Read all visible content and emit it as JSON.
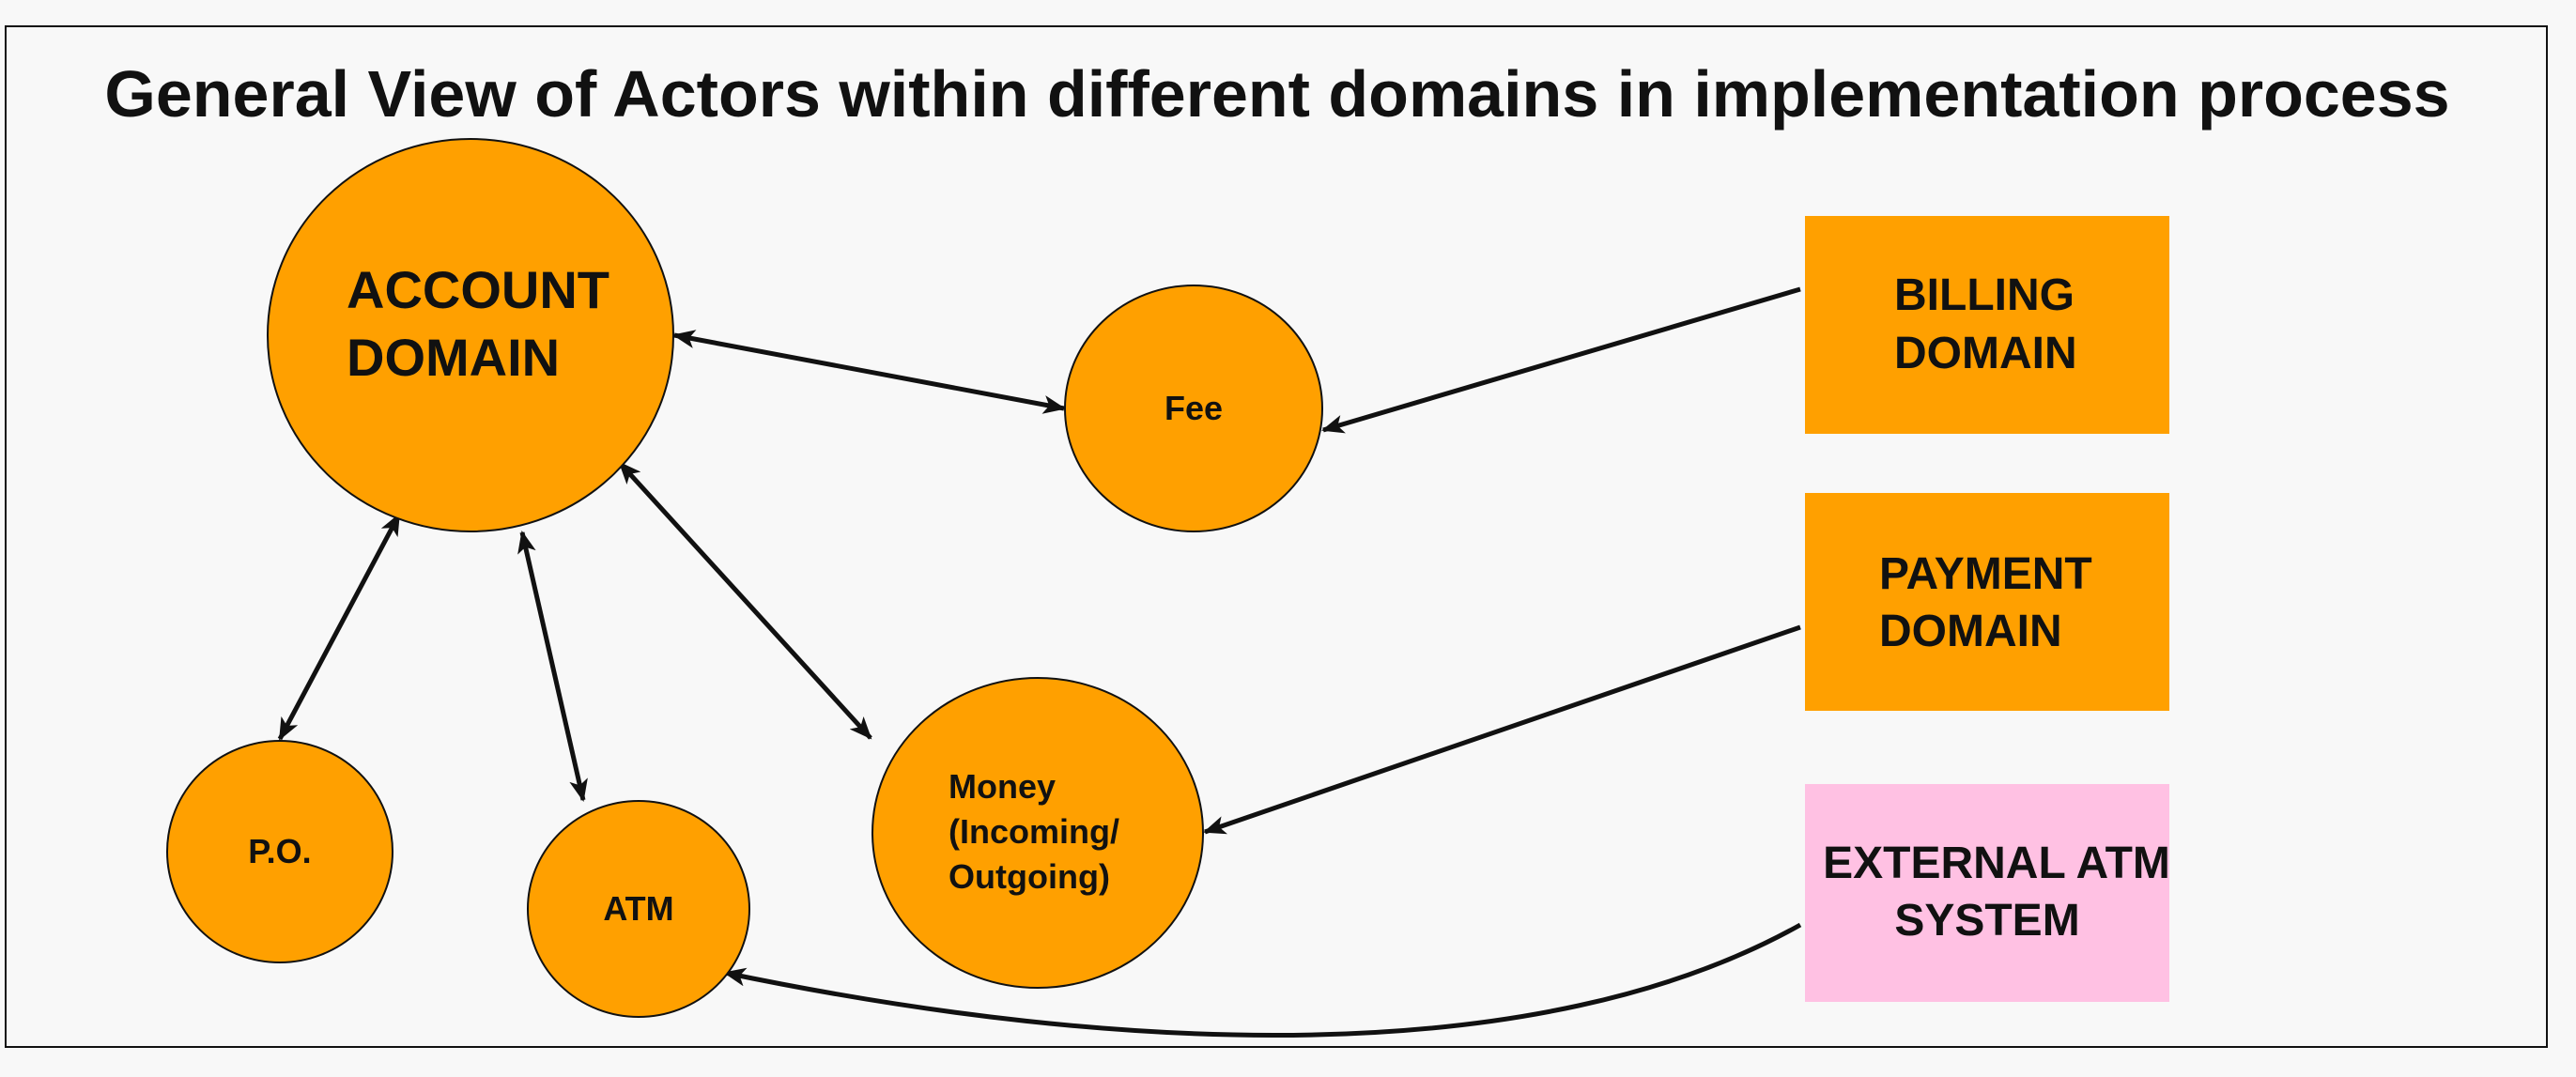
{
  "title": "General View of Actors within different domains in implementation process",
  "colors": {
    "node_fill": "#FFA000",
    "external_fill": "#FFC1E3",
    "stroke": "#111111",
    "background": "#f8f8f8"
  },
  "nodes": {
    "account_domain": {
      "line1": "ACCOUNT",
      "line2": "DOMAIN"
    },
    "fee": {
      "label": "Fee"
    },
    "po": {
      "label": "P.O."
    },
    "atm": {
      "label": "ATM"
    },
    "money": {
      "line1": "Money",
      "line2": "(Incoming/",
      "line3": "Outgoing)"
    },
    "billing_domain": {
      "line1": "BILLING",
      "line2": "DOMAIN"
    },
    "payment_domain": {
      "line1": "PAYMENT",
      "line2": "DOMAIN"
    },
    "external_atm_system": {
      "line1": "EXTERNAL ATM",
      "line2": "SYSTEM"
    }
  },
  "edges": [
    {
      "from": "ACCOUNT DOMAIN",
      "to": "Fee",
      "direction": "both"
    },
    {
      "from": "BILLING DOMAIN",
      "to": "Fee",
      "direction": "forward"
    },
    {
      "from": "ACCOUNT DOMAIN",
      "to": "P.O.",
      "direction": "both"
    },
    {
      "from": "ACCOUNT DOMAIN",
      "to": "ATM",
      "direction": "both"
    },
    {
      "from": "ACCOUNT DOMAIN",
      "to": "Money (Incoming/ Outgoing)",
      "direction": "both"
    },
    {
      "from": "PAYMENT DOMAIN",
      "to": "Money (Incoming/ Outgoing)",
      "direction": "forward"
    },
    {
      "from": "EXTERNAL ATM SYSTEM",
      "to": "ATM",
      "direction": "forward"
    }
  ]
}
